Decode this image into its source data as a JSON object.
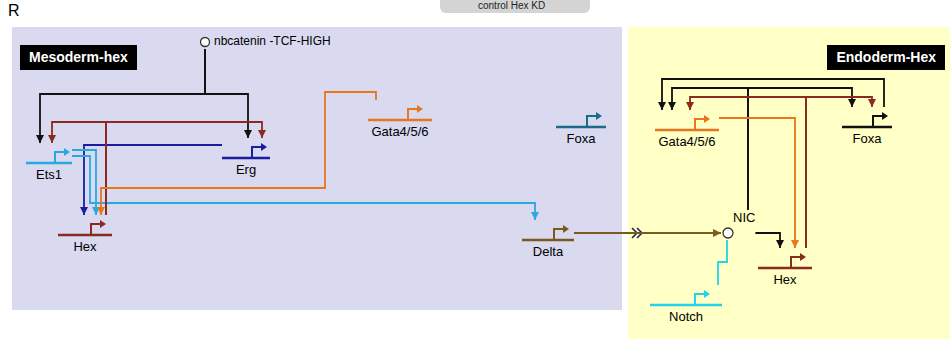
{
  "diagram": {
    "nodes": [
      {
        "text": [
          "Mesoderm-hex"
        ]
      },
      {
        "text": [
          "nbcatenin -TCF-HIGH"
        ],
        "in": 0
      },
      {
        "text": [
          "Ets1"
        ],
        "in": 0
      },
      {
        "text": [
          "Erg"
        ],
        "in": 0
      },
      {
        "text": [
          "Gata4/5/6"
        ],
        "in": 0
      },
      {
        "text": [
          "Foxa"
        ],
        "in": 0
      },
      {
        "text": [
          "Hex"
        ],
        "in": 0
      },
      {
        "text": [
          "Delta"
        ],
        "in": 0
      },
      {
        "text": [
          "Endoderm-Hex"
        ]
      },
      {
        "text": [
          "Gata4/5/6"
        ],
        "in": 8
      },
      {
        "text": [
          "Foxa"
        ],
        "in": 8
      },
      {
        "text": [
          "NIC"
        ],
        "in": 8
      },
      {
        "text": [
          "Notch"
        ],
        "in": 8
      },
      {
        "text": [
          "Hex"
        ],
        "in": 8
      }
    ],
    "edges": [
      {
        "from": 1,
        "to": 2,
        "arrow": "to"
      },
      {
        "from": 1,
        "to": 3,
        "arrow": "to"
      },
      {
        "from": 3,
        "to": 6,
        "arrow": "to"
      },
      {
        "from": 2,
        "to": 6,
        "arrow": "to"
      },
      {
        "from": 2,
        "to": 7,
        "arrow": "to"
      },
      {
        "from": 6,
        "to": 3,
        "arrow": "to"
      },
      {
        "from": 6,
        "to": 2,
        "arrow": "to"
      },
      {
        "from": 4,
        "to": 6,
        "arrow": "to"
      },
      {
        "from": 7,
        "to": 11,
        "arrow": "to"
      },
      {
        "from": 12,
        "to": 11,
        "arrow": "none"
      },
      {
        "from": 11,
        "to": 13,
        "arrow": "to"
      },
      {
        "from": 11,
        "to": 9,
        "arrow": "to"
      },
      {
        "from": 11,
        "to": 10,
        "arrow": "to"
      },
      {
        "from": 13,
        "to": 9,
        "arrow": "to"
      },
      {
        "from": 13,
        "to": 10,
        "arrow": "to"
      },
      {
        "from": 9,
        "to": 13,
        "arrow": "to"
      },
      {
        "from": 10,
        "to": 9,
        "arrow": "to"
      }
    ],
    "labels": [
      "R",
      "control Hex KD"
    ]
  }
}
